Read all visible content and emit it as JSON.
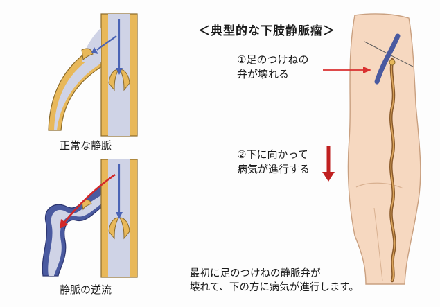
{
  "title": "＜典型的な下肢静脈瘤＞",
  "left_panel": {
    "normal_caption": "正常な静脈",
    "reflux_caption": "静脈の逆流"
  },
  "steps": {
    "step1_line1": "①足のつけねの",
    "step1_line2": "弁が壊れる",
    "step2_line1": "②下に向かって",
    "step2_line2": "病気が進行する"
  },
  "footnote": {
    "line1": "最初に足のつけねの静脈弁が",
    "line2": "壊れて、下の方に病気が進行します。"
  },
  "colors": {
    "vein_wall": "#e8b85a",
    "vein_inner": "#cfd3e6",
    "vein_wall_outline": "#8a6a2a",
    "flow_arrow": "#4a63b5",
    "reflux_arrow": "#d22828",
    "varicose": "#4a5aa0",
    "leg_skin": "#f6d8c0",
    "leg_outline": "#c9a080",
    "pointer_arrow": "#d93030",
    "step_arrow": "#c02020"
  }
}
